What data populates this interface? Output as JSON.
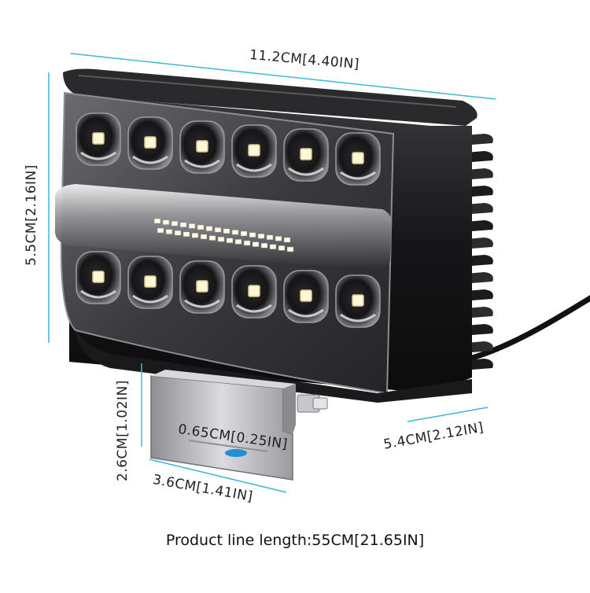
{
  "dimensions": {
    "width": "11.2CM[4.40IN]",
    "height": "5.5CM[2.16IN]",
    "depth": "5.4CM[2.12IN]",
    "bracket_height": "2.6CM[1.02IN]",
    "bracket_width": "3.6CM[1.41IN]",
    "bracket_slot": "0.65CM[0.25IN]"
  },
  "caption": "Product line length:55CM[21.65IN]",
  "colors": {
    "dimension_line": "#3fb8d4",
    "housing": "#1c1c1e",
    "lens": "#5a5a5e",
    "bracket": "#b9b9bd",
    "led_chip": "#fff6d8"
  }
}
